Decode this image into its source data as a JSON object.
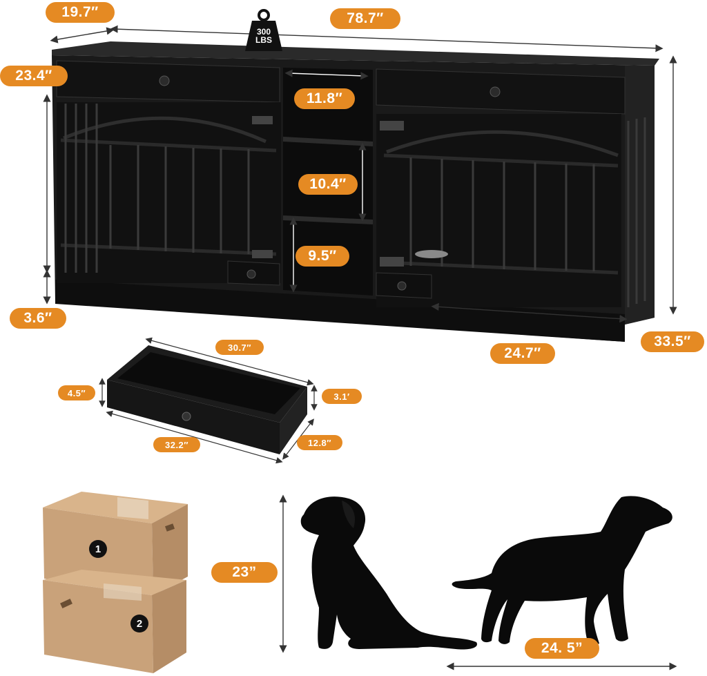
{
  "dimensions": {
    "depth": "19.7″",
    "width": "78.7″",
    "weight_capacity": "300",
    "weight_unit": "LBS",
    "upper_height": "23.4″",
    "shelf_width": "11.8″",
    "shelf_height_mid": "10.4″",
    "shelf_height_low": "9.5″",
    "base_height": "3.6″",
    "total_height": "33.5″",
    "crate_depth": "24.7″"
  },
  "drawer": {
    "inner_length": "30.7″",
    "height": "4.5″",
    "inner_height": "3.1′",
    "outer_length": "32.2″",
    "depth": "12.8″"
  },
  "packages": {
    "box_1": "1",
    "box_2": "2"
  },
  "dogs": {
    "height": "23”",
    "length": "24. 5”"
  },
  "colors": {
    "accent": "#e58a23",
    "furniture": "#141414",
    "cardboard": "#c9a27a"
  }
}
